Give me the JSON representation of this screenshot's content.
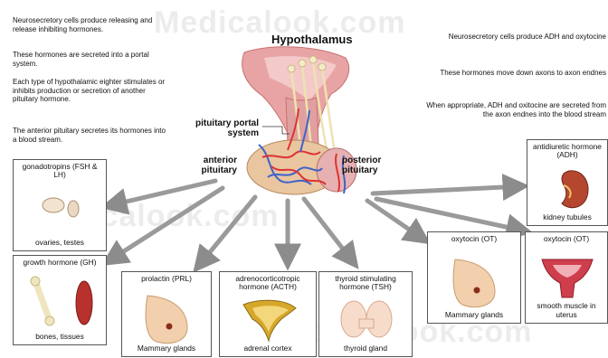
{
  "watermark": "Medicalook.com",
  "left_notes": [
    "Neurosecretory cells produce releasing and release inhibiting hormones.",
    "These hormones are secreted into a portal system.",
    "Each type of hypothalamic eighter stimulates or inhibits production or secretion of another pituitary hormone.",
    "The anterior pituitary secretes its hormones into a blood stream."
  ],
  "right_notes": [
    "Neurosecretory cells produce ADH and oxytocine",
    "These hormones move down axons to axon endnes",
    "When appropriate, ADH and oxitocine are secreted from the axon endnes into the blood stream"
  ],
  "labels": {
    "hypothalamus": "Hypothalamus",
    "portal_system": "pituitary portal system",
    "anterior": "anterior pituitary",
    "posterior": "posterior pituitary"
  },
  "boxes": {
    "gonado": {
      "title": "gonadotropins (FSH & LH)",
      "target": "ovaries, testes"
    },
    "growth": {
      "title": "growth hormone (GH)",
      "target": "bones, tissues"
    },
    "prolactin": {
      "title": "prolactin (PRL)",
      "target": "Mammary glands"
    },
    "acth": {
      "title": "adrenocorticotropic hormone (ACTH)",
      "target": "adrenal cortex"
    },
    "tsh": {
      "title": "thyroid stimulating hormone (TSH)",
      "target": "thyroid gland"
    },
    "oxy1": {
      "title": "oxytocin (OT)",
      "target": "Mammary glands"
    },
    "oxy2": {
      "title": "oxytocin (OT)",
      "target": "smooth muscle in uterus"
    },
    "adh": {
      "title": "antidiuretic hormone (ADH)",
      "target": "kidney tubules"
    }
  }
}
